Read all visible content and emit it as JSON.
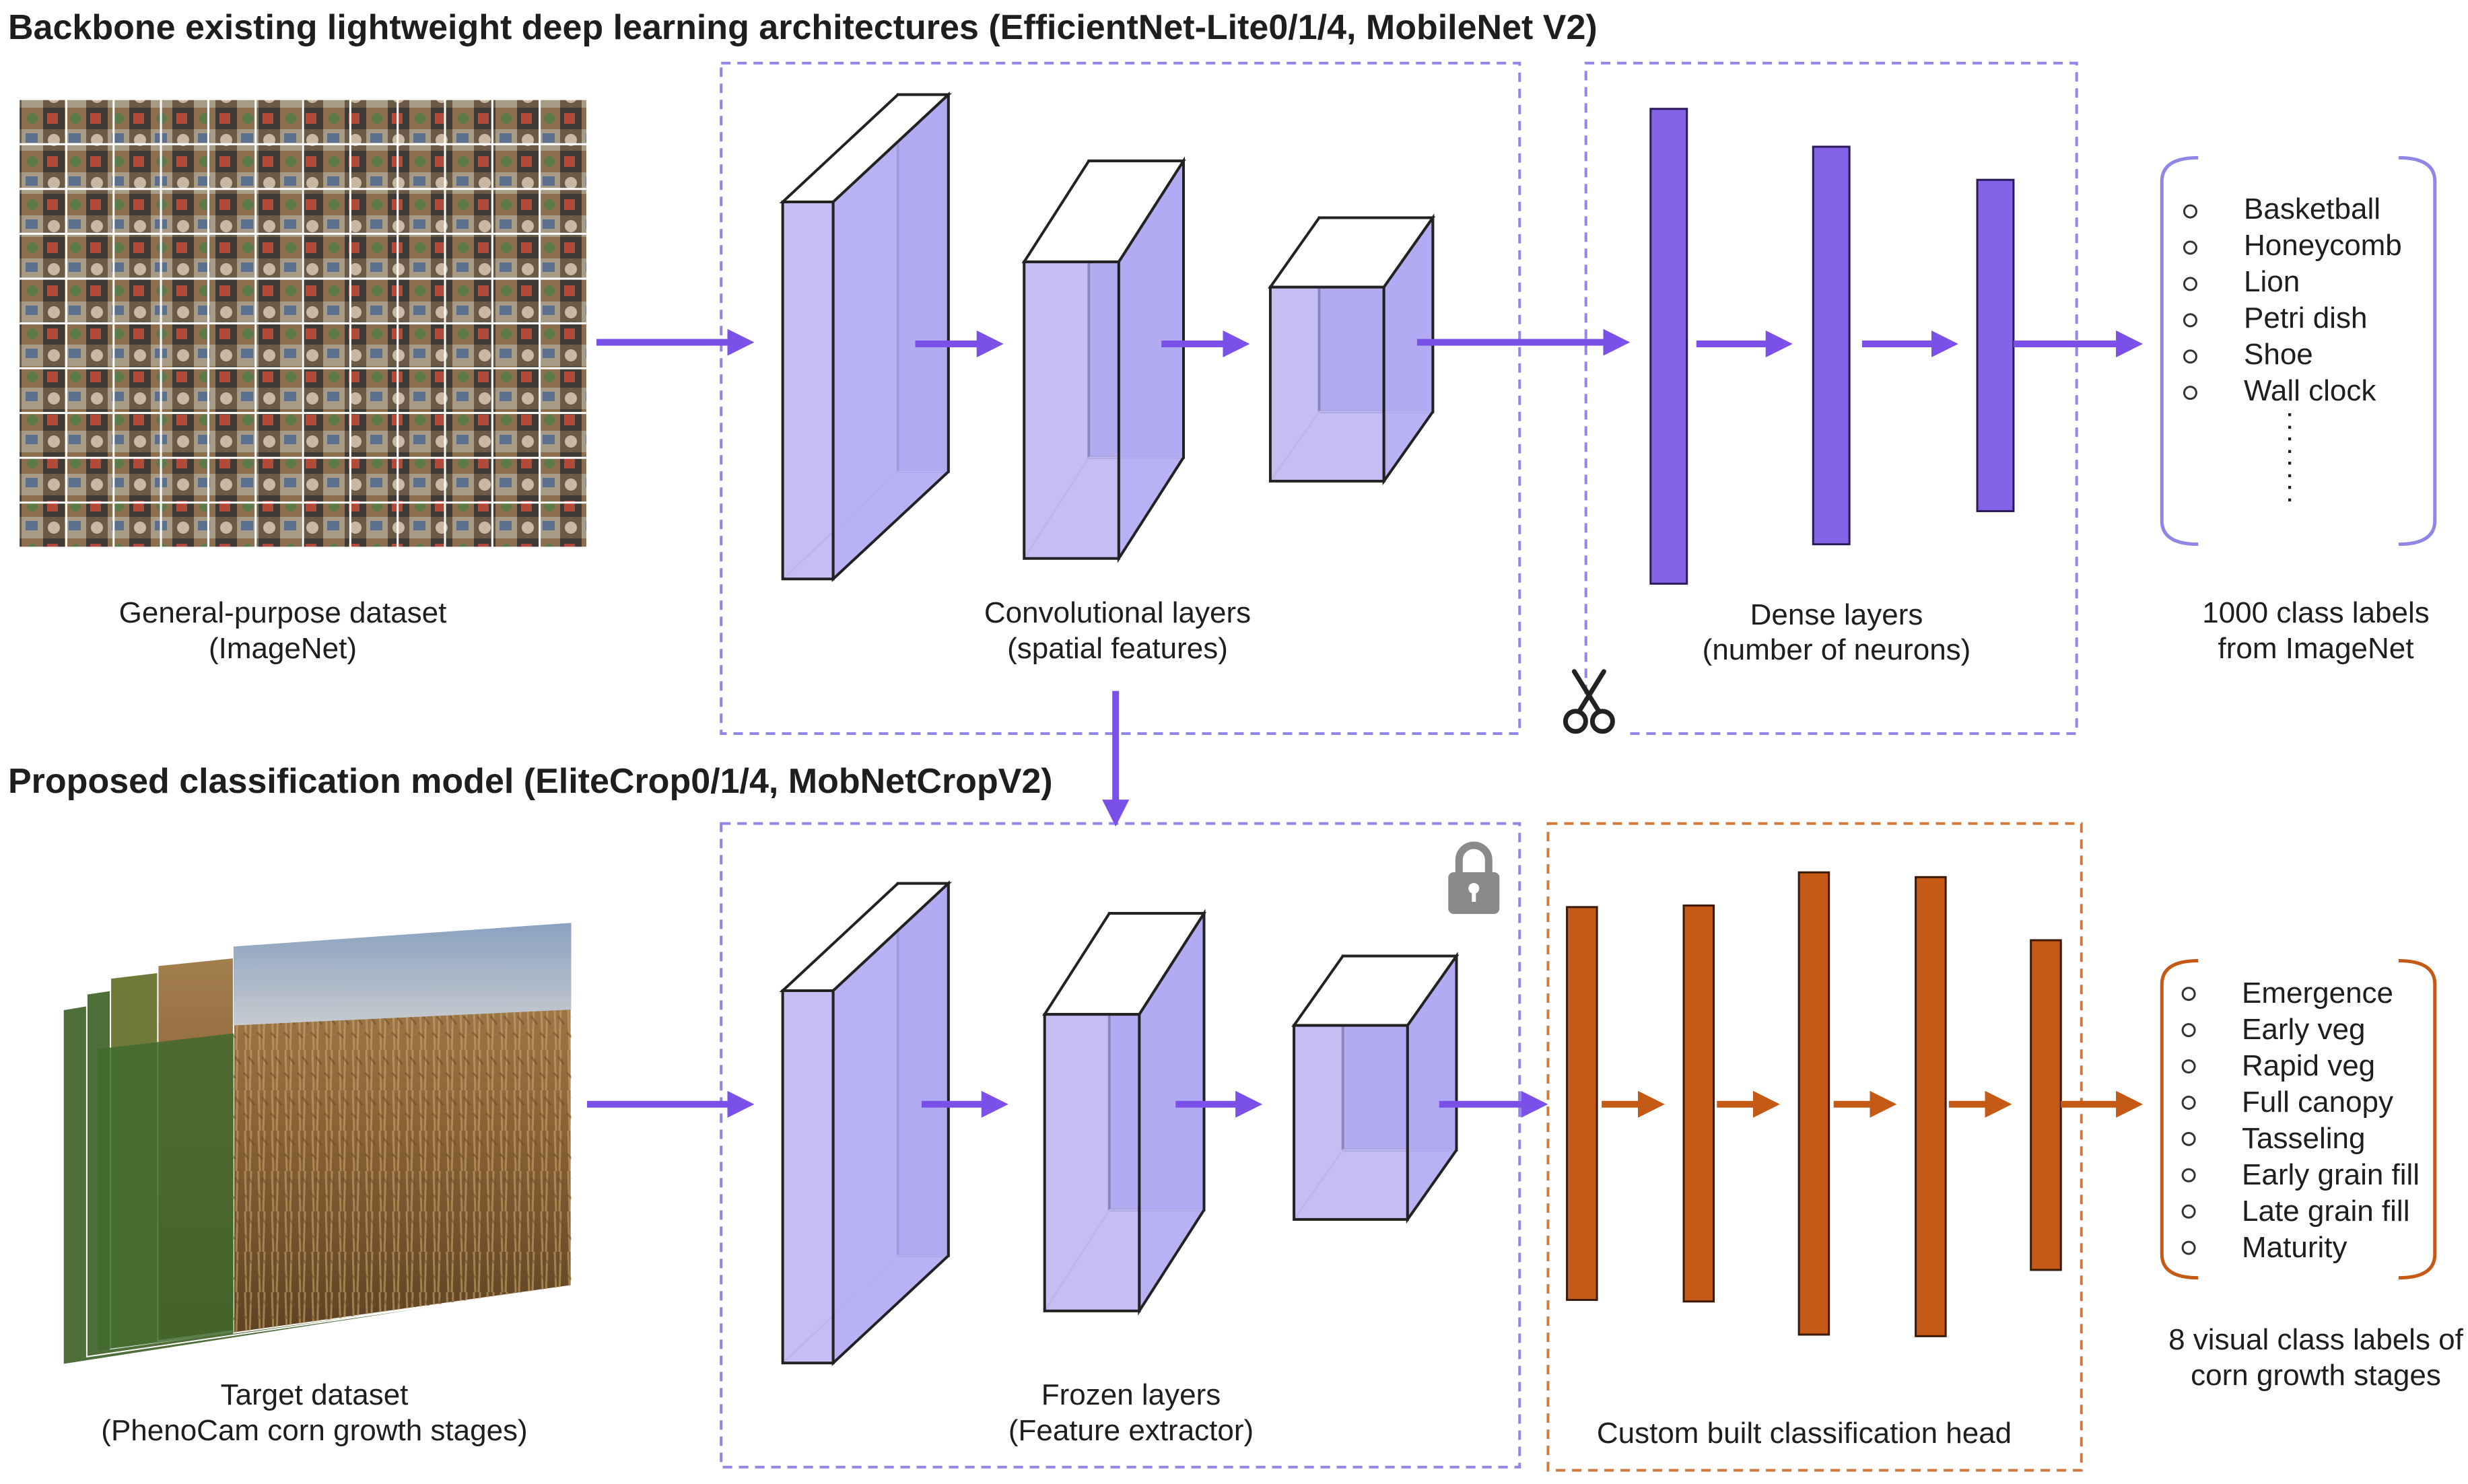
{
  "top": {
    "title": "Backbone existing lightweight deep learning architectures (EfficientNet-Lite0/1/4, MobileNet V2)",
    "dataset_caption": [
      "General-purpose dataset",
      "(ImageNet)"
    ],
    "conv_caption": [
      "Convolutional layers",
      "(spatial features)"
    ],
    "dense_caption": [
      "Dense layers",
      "(number of neurons)"
    ],
    "labels_caption": [
      "1000 class labels",
      "from ImageNet"
    ],
    "class_labels": [
      "Basketball",
      "Honeycomb",
      "Lion",
      "Petri dish",
      "Shoe",
      "Wall clock"
    ],
    "ellipsis": [
      ":",
      ":",
      ":",
      ":"
    ],
    "cut_icon": "scissors-icon"
  },
  "bottom": {
    "title": "Proposed classification model (EliteCrop0/1/4, MobNetCropV2)",
    "dataset_caption": [
      "Target dataset",
      "(PhenoCam corn growth stages)"
    ],
    "frozen_caption": [
      "Frozen layers",
      "(Feature extractor)"
    ],
    "head_caption": "Custom built classification head",
    "labels_caption": [
      "8 visual class labels of",
      "corn growth stages"
    ],
    "class_labels": [
      "Emergence",
      "Early veg",
      "Rapid veg",
      "Full canopy",
      "Tasseling",
      "Early grain fill",
      "Late grain fill",
      "Maturity"
    ],
    "lock_icon": "lock-icon"
  },
  "colors": {
    "purple": "#7a50e8",
    "box_fill": "#b0a8f2",
    "box_front": "#8d7ff0",
    "dense": "#8463e6",
    "orange": "#c55a17",
    "dashed_purple": "#8f86e6",
    "dashed_orange": "#d2793c",
    "text": "#1e1e1e"
  }
}
